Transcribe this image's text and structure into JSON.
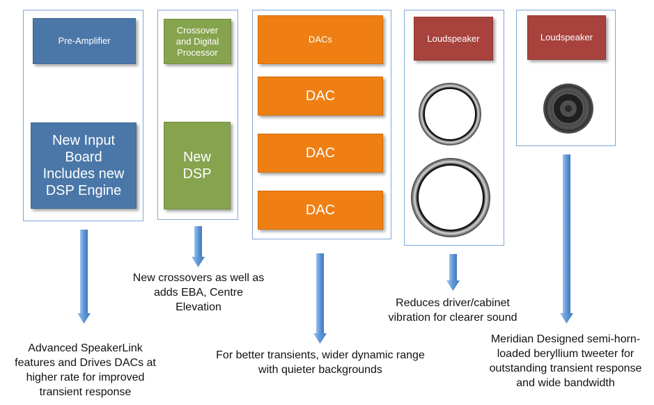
{
  "columns": [
    {
      "header": "Pre-Amplifier",
      "block_lines": [
        "New Input",
        "Board",
        "Includes new",
        "DSP Engine"
      ],
      "caption_lines": [
        "Advanced SpeakerLink",
        "features and Drives DACs at",
        "higher rate for improved",
        "transient response"
      ]
    },
    {
      "header_lines": [
        "Crossover",
        "and Digital",
        "Processor"
      ],
      "block_lines": [
        "New",
        "DSP"
      ],
      "caption_lines": [
        "New crossovers as well as",
        "adds EBA, Centre",
        "Elevation"
      ]
    },
    {
      "header": "DACs",
      "blocks": [
        "DAC",
        "DAC",
        "DAC"
      ],
      "caption_lines": [
        "For better transients, wider dynamic range",
        "with quieter backgrounds"
      ]
    },
    {
      "header": "Loudspeaker",
      "caption_lines": [
        "Reduces driver/cabinet",
        "vibration for clearer sound"
      ]
    },
    {
      "header": "Loudspeaker",
      "caption_lines": [
        "Meridian Designed semi-horn-",
        "loaded beryllium tweeter for",
        "outstanding transient response",
        "and wide bandwidth"
      ]
    }
  ],
  "colors": {
    "blue": "#4a77a8",
    "green": "#86a34e",
    "orange": "#ef7f12",
    "red": "#a8423d",
    "arrow": "#6fa3dc",
    "panel_border": "#7ea6d6"
  }
}
